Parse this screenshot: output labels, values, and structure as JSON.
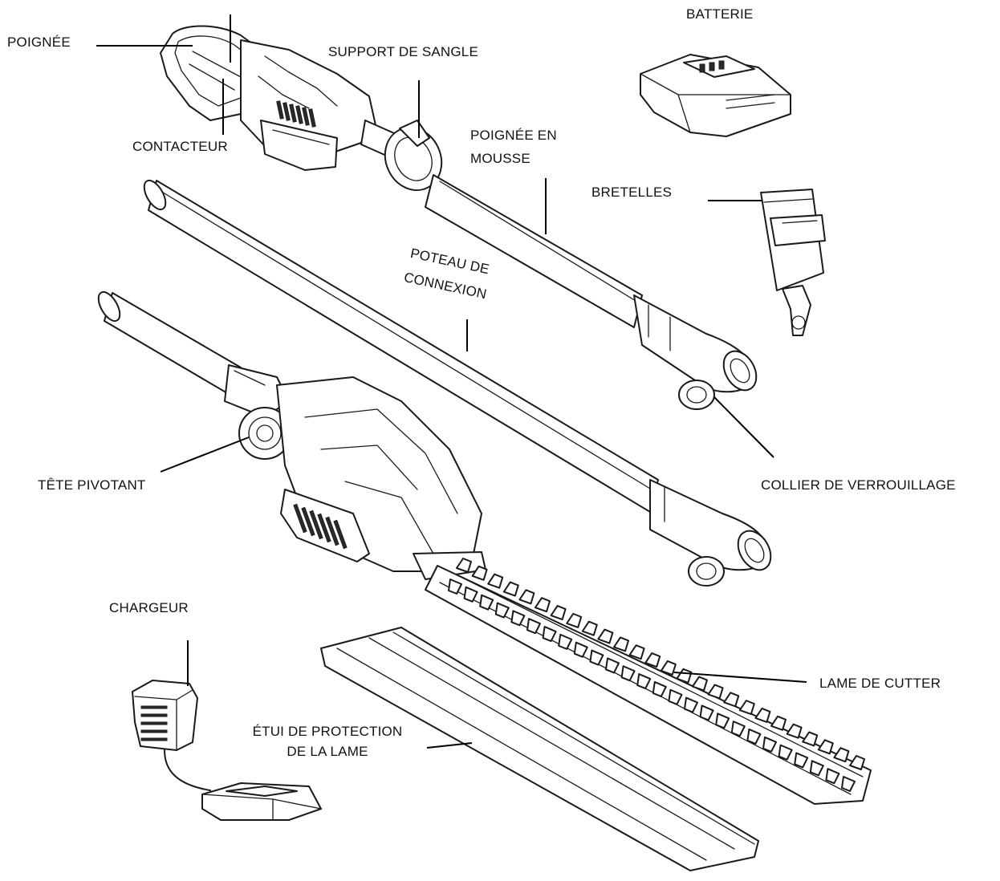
{
  "labels": {
    "poignee": "POIGNÉE",
    "contacteur": "CONTACTEUR",
    "support_sangle": "SUPPORT DE SANGLE",
    "batterie": "BATTERIE",
    "poignee_mousse_line1": "POIGNÉE EN",
    "poignee_mousse_line2": "MOUSSE",
    "bretelles": "BRETELLES",
    "poteau_line1": "POTEAU DE",
    "poteau_line2": "CONNEXION",
    "collier": "COLLIER DE VERROUILLAGE",
    "tete_pivotant": "TÊTE PIVOTANT",
    "chargeur": "CHARGEUR",
    "lame": "LAME DE CUTTER",
    "etui_line1": "ÉTUI DE PROTECTION",
    "etui_line2": "DE LA LAME"
  },
  "colors": {
    "ink": "#1a1a1a",
    "background": "#ffffff"
  }
}
